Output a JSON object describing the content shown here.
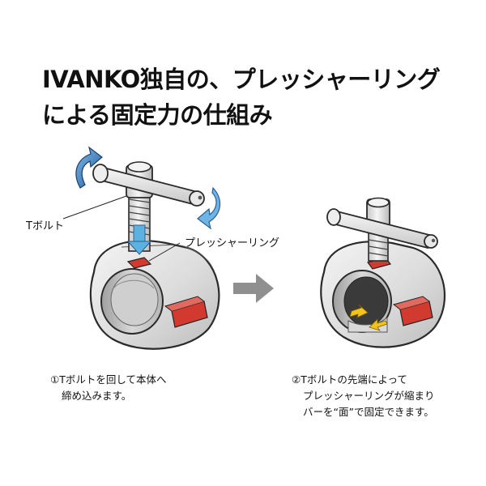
{
  "title": {
    "line1": "IVANKO独自の、プレッシャーリング",
    "line2": "による固定力の仕組み"
  },
  "labels": {
    "t_bolt": "Tボルト",
    "pressure_ring": "プレッシャーリング"
  },
  "captions": {
    "step1": [
      "①Tボルトを回して本体へ",
      "締め込みます。"
    ],
    "step2": [
      "②Tボルトの先端によって",
      "プレッシャーリングが縮まり",
      "バーを“面”で固定できます。"
    ]
  },
  "colors": {
    "ring_red": "#d23a30",
    "rotate_arrow": "#2e6fae",
    "push_arrow": "#5bb2e0",
    "progress_arrow": "#8f8f8f",
    "squeeze_arrow": "#f1c31b"
  }
}
